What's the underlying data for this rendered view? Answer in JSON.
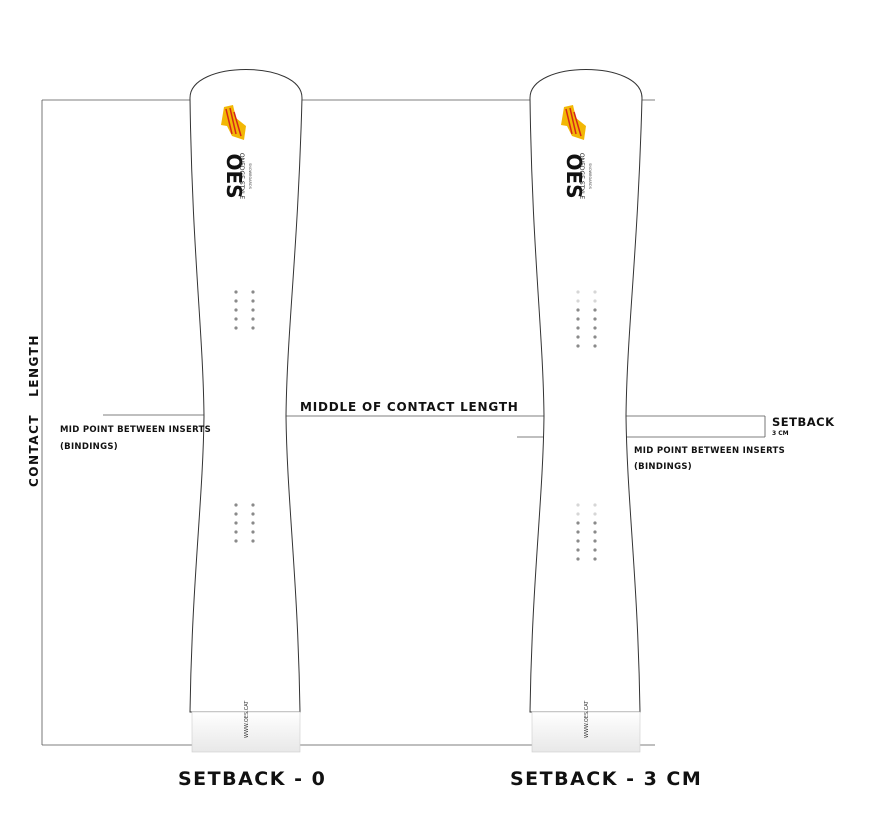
{
  "labels": {
    "contact_length": "CONTACT   LENGTH",
    "middle_of_contact_length": "MIDDLE OF CONTACT LENGTH",
    "mid_point_line1": "MID POINT BETWEEN INSERTS",
    "mid_point_line2": "(BINDINGS)",
    "setback": "SETBACK",
    "setback_value": "3 CM"
  },
  "boards": [
    {
      "caption": "SETBACK - 0",
      "logo_text": "OES",
      "logo_subtitle": "ONEDGE STYLE",
      "logo_tagline": "SNOWBOARDS",
      "url": "WWW.OES.CAT"
    },
    {
      "caption": "SETBACK - 3 CM",
      "logo_text": "OES",
      "logo_subtitle": "ONEDGE STYLE",
      "logo_tagline": "SNOWBOARDS",
      "url": "WWW.OES.CAT"
    }
  ],
  "colors": {
    "board_outline": "#333333",
    "flag_yellow": "#f2b705",
    "flag_red": "#d62718",
    "insert_dark": "#8a8a8a",
    "insert_light": "#d6d6d6"
  },
  "icons": [
    "catalan-flag-logo-icon"
  ]
}
